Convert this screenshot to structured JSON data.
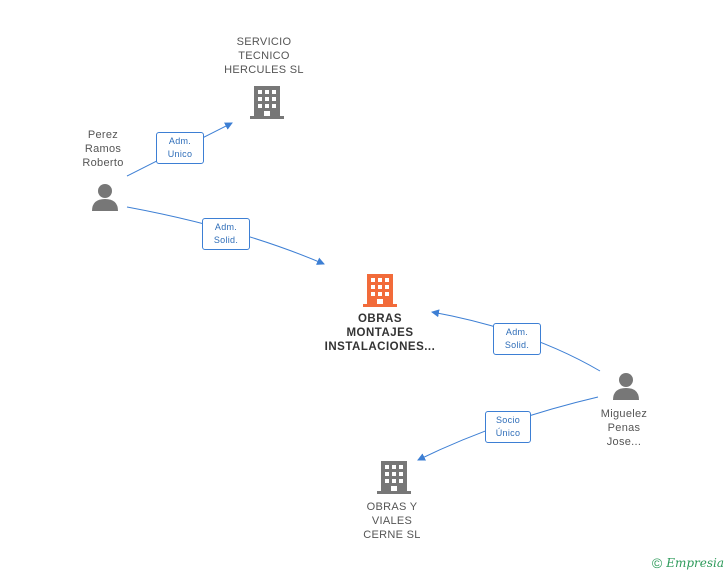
{
  "nodes": {
    "servicio": {
      "lines": [
        "SERVICIO",
        "TECNICO",
        "HERCULES SL"
      ]
    },
    "perez": {
      "lines": [
        "Perez",
        "Ramos",
        "Roberto"
      ]
    },
    "obras": {
      "lines": [
        "OBRAS",
        "MONTAJES",
        "INSTALACIONES..."
      ]
    },
    "miguelez": {
      "lines": [
        "Miguelez",
        "Penas",
        "Jose..."
      ]
    },
    "viales": {
      "lines": [
        "OBRAS Y",
        "VIALES",
        "CERNE SL"
      ]
    }
  },
  "edges": {
    "perez_servicio": {
      "lines": [
        "Adm.",
        "Unico"
      ]
    },
    "perez_obras": {
      "lines": [
        "Adm.",
        "Solid."
      ]
    },
    "miguelez_obras": {
      "lines": [
        "Adm.",
        "Solid."
      ]
    },
    "miguelez_viales": {
      "lines": [
        "Socio",
        "Único"
      ]
    }
  },
  "footer": {
    "copyright": "©",
    "brand": "Empresia"
  },
  "colors": {
    "edge": "#3d7fd4",
    "main_company": "#f26b3a",
    "company": "#777777",
    "person": "#777777"
  }
}
